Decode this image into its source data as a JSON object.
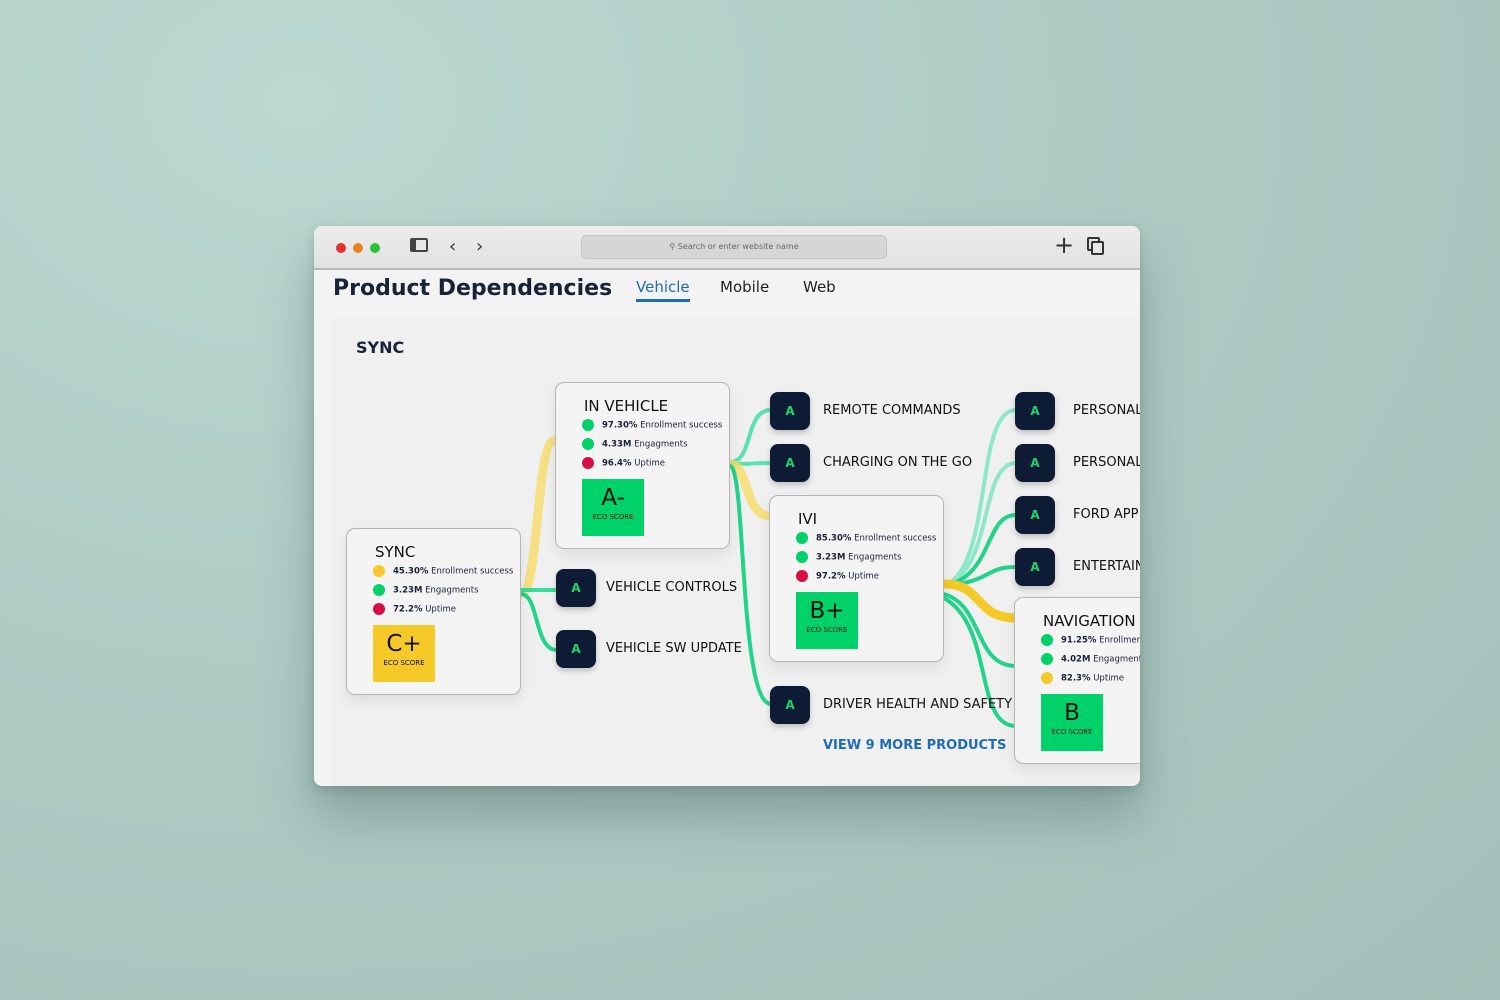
{
  "browser": {
    "url_placeholder": "Search or enter website name",
    "dots": [
      "#e0312b",
      "#e8821c",
      "#27c13a"
    ]
  },
  "page": {
    "title": "Product Dependencies",
    "tabs": [
      {
        "label": "Vehicle",
        "active": true
      },
      {
        "label": "Mobile"
      },
      {
        "label": "Web"
      }
    ],
    "section": "SYNC",
    "view_more": "VIEW 9 MORE PRODUCTS"
  },
  "colors": {
    "green": "#00d26a",
    "yellow": "#f5c928",
    "red": "#d70f45",
    "navy": "#0d1b35"
  },
  "cards": {
    "sync": {
      "name": "SYNC",
      "metrics": [
        {
          "value": "45.30%",
          "label": "Enrollment success",
          "status": "yellow"
        },
        {
          "value": "3.23M",
          "label": "Engagments",
          "status": "green"
        },
        {
          "value": "72.2%",
          "label": "Uptime",
          "status": "red"
        }
      ],
      "grade": "C+",
      "score_label": "ECO SCORE"
    },
    "in_vehicle": {
      "name": "IN VEHICLE",
      "metrics": [
        {
          "value": "97.30%",
          "label": "Enrollment success",
          "status": "green"
        },
        {
          "value": "4.33M",
          "label": "Engagments",
          "status": "green"
        },
        {
          "value": "96.4%",
          "label": "Uptime",
          "status": "red"
        }
      ],
      "grade": "A-",
      "score_label": "ECO SCORE"
    },
    "ivi": {
      "name": "IVI",
      "metrics": [
        {
          "value": "85.30%",
          "label": "Enrollment success",
          "status": "green"
        },
        {
          "value": "3.23M",
          "label": "Engagments",
          "status": "green"
        },
        {
          "value": "97.2%",
          "label": "Uptime",
          "status": "red"
        }
      ],
      "grade": "B+",
      "score_label": "ECO SCORE"
    },
    "navigation": {
      "name": "NAVIGATION",
      "metrics": [
        {
          "value": "91.25%",
          "label": "Enrollment",
          "status": "green"
        },
        {
          "value": "4.02M",
          "label": "Engagments",
          "status": "green"
        },
        {
          "value": "82.3%",
          "label": "Uptime",
          "status": "yellow"
        }
      ],
      "grade": "B",
      "score_label": "ECO SCORE"
    }
  },
  "products": [
    {
      "grade": "A",
      "label": "VEHICLE CONTROLS"
    },
    {
      "grade": "A",
      "label": "VEHICLE SW UPDATE"
    },
    {
      "grade": "A",
      "label": "REMOTE COMMANDS"
    },
    {
      "grade": "A",
      "label": "CHARGING ON THE GO"
    },
    {
      "grade": "A",
      "label": "DRIVER HEALTH AND SAFETY"
    },
    {
      "grade": "A",
      "label": "PERSONAL"
    },
    {
      "grade": "A",
      "label": "PERSONAL"
    },
    {
      "grade": "A",
      "label": "FORD APP"
    },
    {
      "grade": "A",
      "label": "ENTERTAIN"
    }
  ]
}
